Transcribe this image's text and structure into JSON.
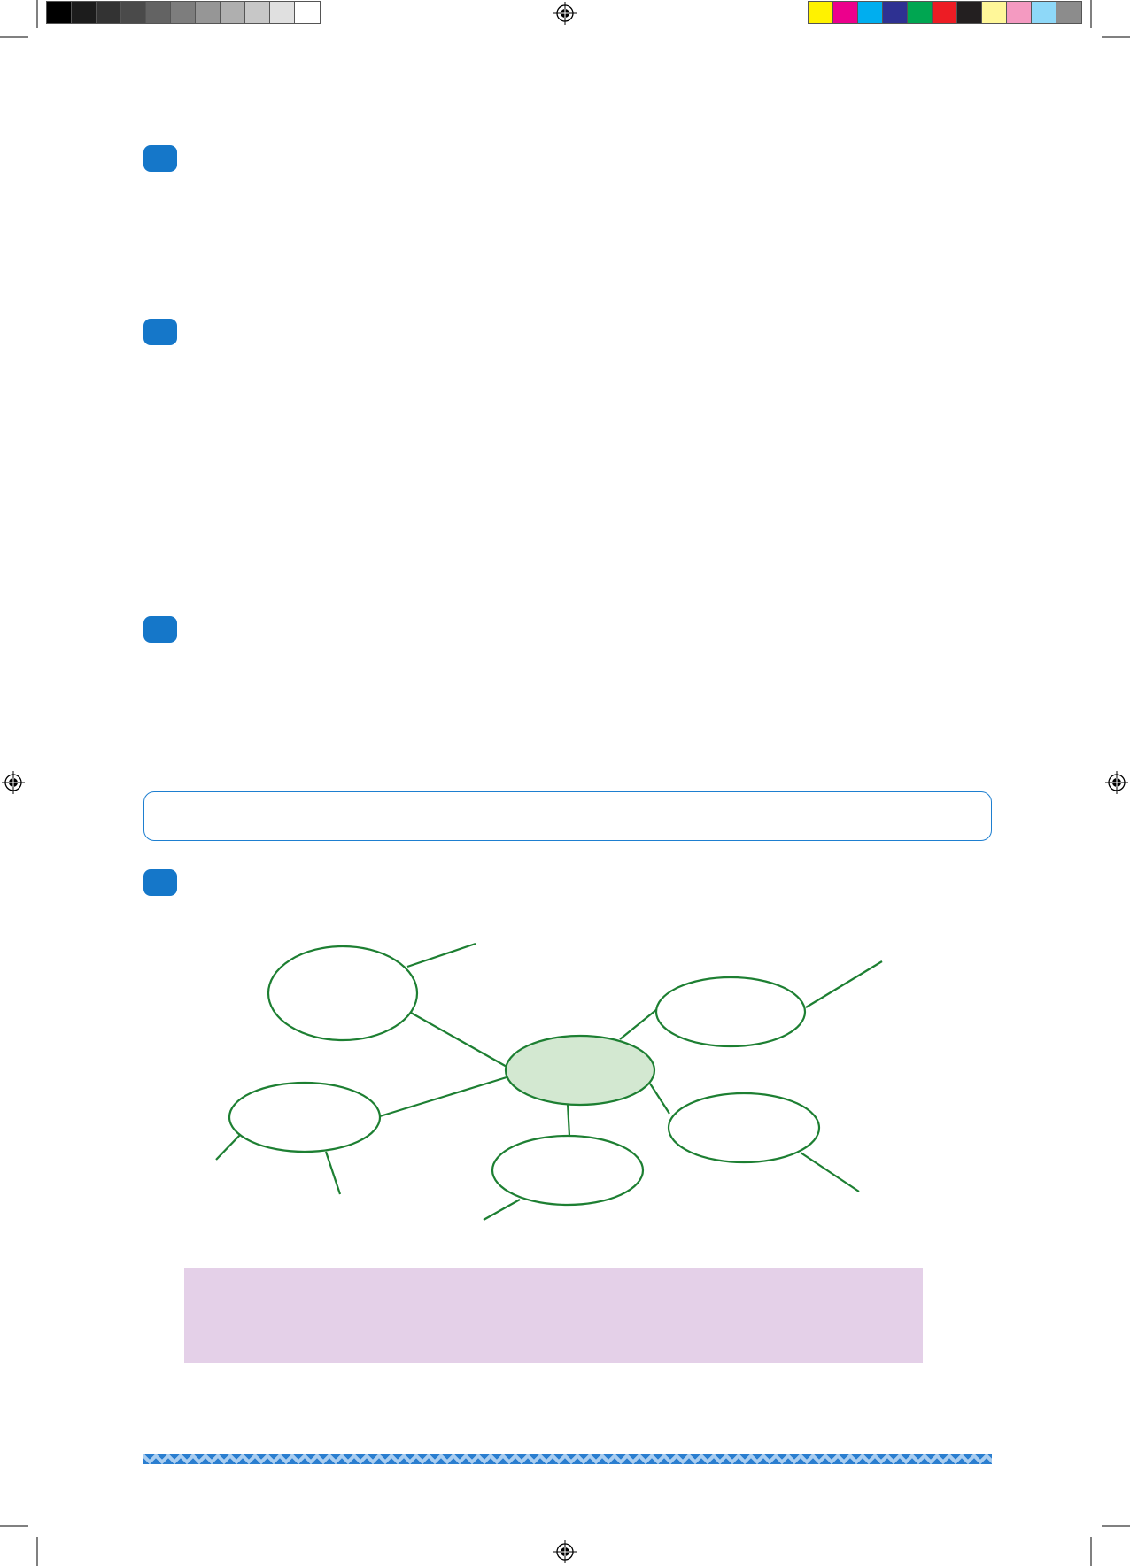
{
  "colors": {
    "badge": "#1577c9",
    "answer_box_border": "#1e7fd0",
    "mindmap_line": "#1d7f32",
    "mindmap_center_fill": "#d3e8d1",
    "note_box_fill": "#e4d0e8",
    "footer_band_dark": "#2a7ed0",
    "footer_band_light": "#a9cdf0"
  },
  "print_marks": {
    "grayscale": [
      "#000000",
      "#1c1c1c",
      "#333333",
      "#4a4a4a",
      "#636363",
      "#7d7d7d",
      "#969696",
      "#afafaf",
      "#c7c7c7",
      "#e0e0e0",
      "#ffffff"
    ],
    "process": [
      "#fff200",
      "#ec008c",
      "#00aeef",
      "#2e3192",
      "#00a651",
      "#ed1c24",
      "#231f20",
      "#fff799",
      "#f49ac1",
      "#8ed8f8",
      "#8c8c8c"
    ],
    "registration_icon": "registration-target-icon"
  },
  "questions": [
    {
      "id": "q1"
    },
    {
      "id": "q2"
    },
    {
      "id": "q3"
    },
    {
      "id": "q4"
    }
  ],
  "mindmap": {
    "center": {
      "label": ""
    },
    "nodes": [
      {
        "label": ""
      },
      {
        "label": ""
      },
      {
        "label": ""
      },
      {
        "label": ""
      },
      {
        "label": ""
      }
    ]
  }
}
